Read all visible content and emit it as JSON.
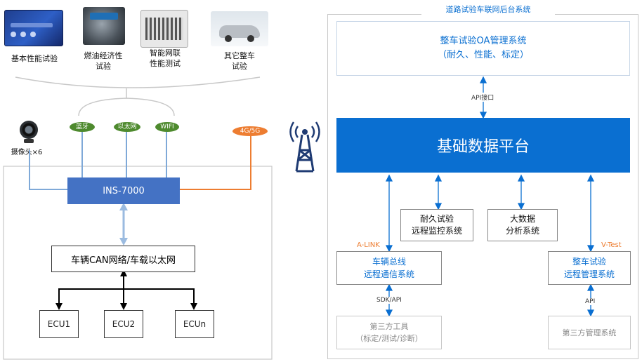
{
  "left": {
    "items": [
      {
        "label": "基本性能试验"
      },
      {
        "label": "燃油经济性\n试验"
      },
      {
        "label": "智能网联\n性能测试"
      },
      {
        "label": "其它整车\n试验"
      }
    ],
    "camera_label": "摄像头×6",
    "connections": {
      "bluetooth": "蓝牙",
      "ethernet": "以太网",
      "wifi": "WIFI",
      "cellular": "4G/5G"
    },
    "ins_label": "INS-7000",
    "can_label": "车辆CAN网络/车载以太网",
    "ecus": [
      "ECU1",
      "ECU2",
      "ECUn"
    ]
  },
  "right": {
    "title": "道路试验车联网后台系统",
    "oa_title": "整车试验OA管理系统",
    "oa_sub": "（耐久、性能、标定）",
    "api_interface": "API接口",
    "platform": "基础数据平台",
    "durability": "耐久试验\n远程监控系统",
    "bigdata": "大数据\n分析系统",
    "alink": "A-LINK",
    "vtest": "V-Test",
    "bus": "车辆总线\n远程通信系统",
    "mgmt": "整车试验\n远程管理系统",
    "sdk": "SDK/API",
    "api": "API",
    "thirdparty_tools": "第三方工具\n（标定/测试/诊断）",
    "thirdparty_mgmt": "第三方管理系统"
  },
  "colors": {
    "blue": "#0a6fd1",
    "ins_blue": "#4472c4",
    "orange": "#ed7d31",
    "green_tag": "#4e8a2e",
    "light_blue_line": "#7fa9d8"
  }
}
